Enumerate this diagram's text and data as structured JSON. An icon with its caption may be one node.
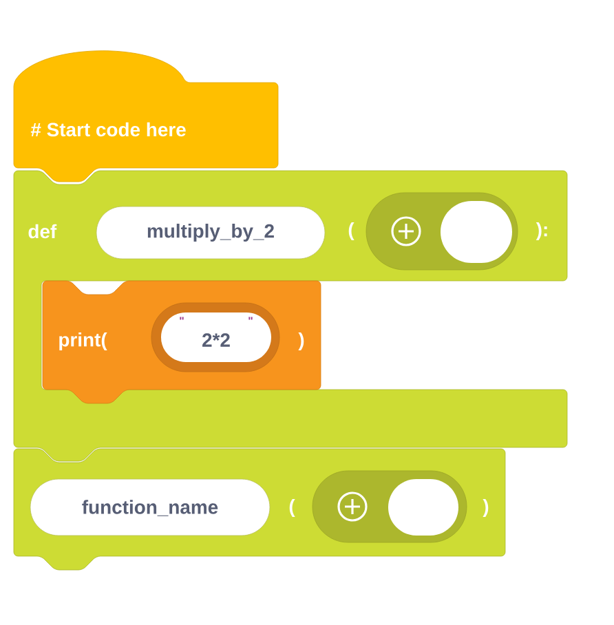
{
  "diagram": {
    "nodes": [
      {
        "text": [
          "# Start code here"
        ]
      },
      {
        "text": [
          "def",
          "(",
          "):"
        ]
      },
      {
        "text": [
          "multiply_by_2"
        ],
        "in": 1
      },
      {
        "text": [],
        "shape": "pill",
        "in": 1
      },
      {
        "text": [],
        "shape": "oval",
        "in": 3
      },
      {
        "text": [
          "print(",
          ")"
        ],
        "in": 1
      },
      {
        "text": [
          "\"",
          "2*2",
          "\""
        ],
        "in": 5
      },
      {
        "text": [
          "(",
          ")"
        ]
      },
      {
        "text": [
          "function_name"
        ],
        "in": 7
      },
      {
        "text": [],
        "shape": "pill",
        "in": 7
      },
      {
        "text": [],
        "shape": "oval",
        "in": 9
      }
    ]
  }
}
